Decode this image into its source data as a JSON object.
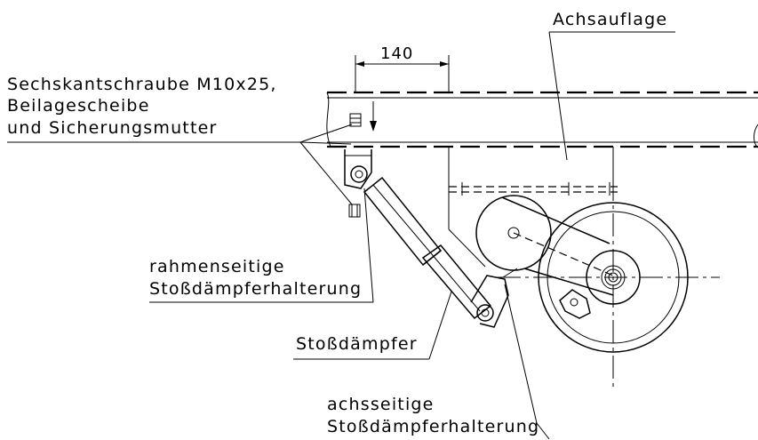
{
  "labels": {
    "axle_support": "Achsauflage",
    "bolt_line1": "Sechskantschraube M10x25,",
    "bolt_line2": "Beilagescheibe",
    "bolt_line3": "und  Sicherungsmutter",
    "frame_bracket_line1": "rahmenseitige",
    "frame_bracket_line2": "Stoßdämpferhalterung",
    "shock_absorber": "Stoßdämpfer",
    "axle_bracket_line1": "achsseitige",
    "axle_bracket_line2": "Stoßdämpferhalterung"
  },
  "dimensions": {
    "offset": "140"
  }
}
